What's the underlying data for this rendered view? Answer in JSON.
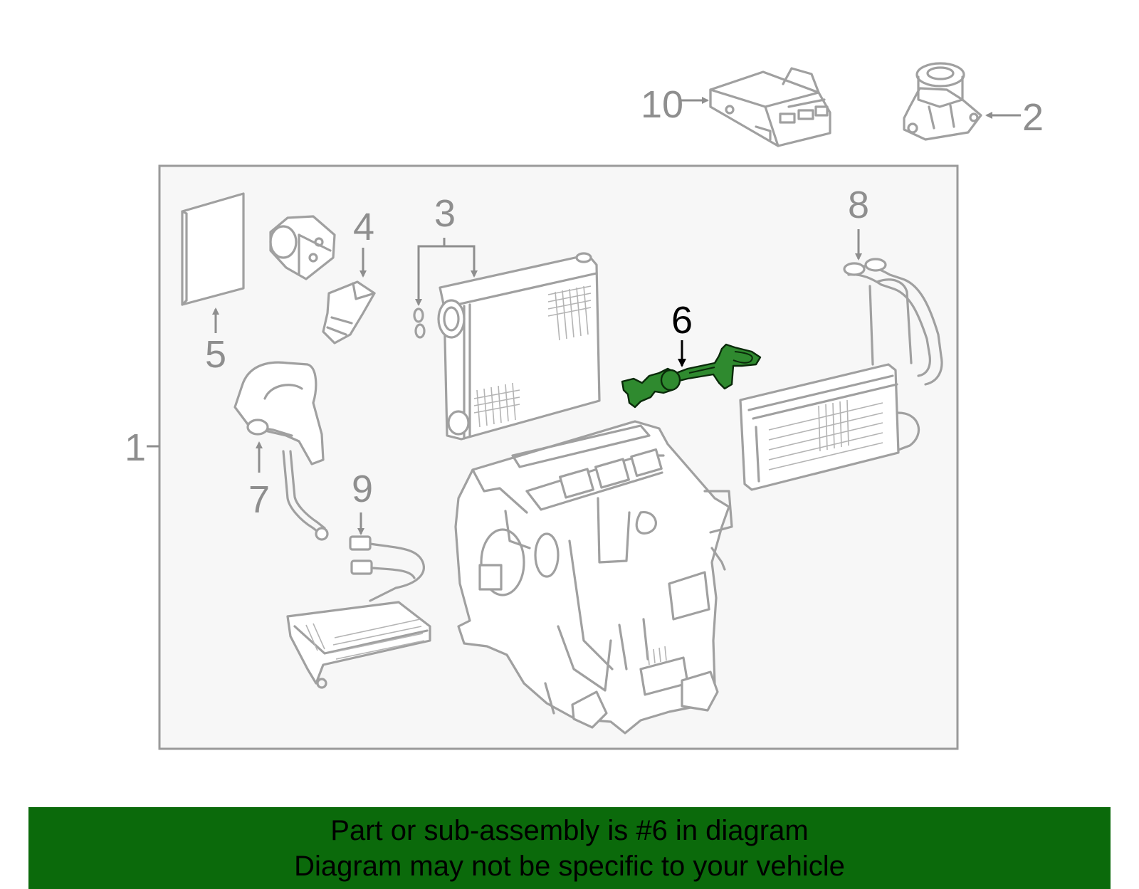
{
  "callouts": {
    "c1": "1",
    "c2": "2",
    "c3": "3",
    "c4": "4",
    "c5": "5",
    "c6": "6",
    "c7": "7",
    "c8": "8",
    "c9": "9",
    "c10": "10"
  },
  "highlighted_part": "6",
  "colors": {
    "highlight": "#2f8a2f",
    "banner_background": "#0b6a0b",
    "panel_background": "#f7f7f7",
    "line_art": "#a0a0a0"
  },
  "banner": {
    "line1": "Part or sub-assembly is #6 in diagram",
    "line2": "Diagram may not be specific to your vehicle"
  }
}
